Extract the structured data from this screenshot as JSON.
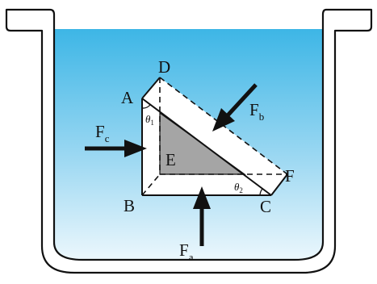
{
  "figure": {
    "vertices": {
      "A": "A",
      "B": "B",
      "C": "C",
      "D": "D",
      "E": "E",
      "F": "F"
    },
    "angles": {
      "theta1": {
        "symbol": "θ",
        "subscript": "1"
      },
      "theta2": {
        "symbol": "θ",
        "subscript": "2"
      }
    },
    "forces": {
      "Fa": {
        "main": "F",
        "subscript": "a"
      },
      "Fb": {
        "main": "F",
        "subscript": "b"
      },
      "Fc": {
        "main": "F",
        "subscript": "c"
      }
    },
    "colors": {
      "water_top": "#3db6e6",
      "water_bottom": "#eef8fd",
      "shaded_face": "#a5a5a5",
      "line": "#111111",
      "prism_face": "#ffffff"
    },
    "icons": [
      "container-vessel",
      "force-arrow"
    ]
  }
}
